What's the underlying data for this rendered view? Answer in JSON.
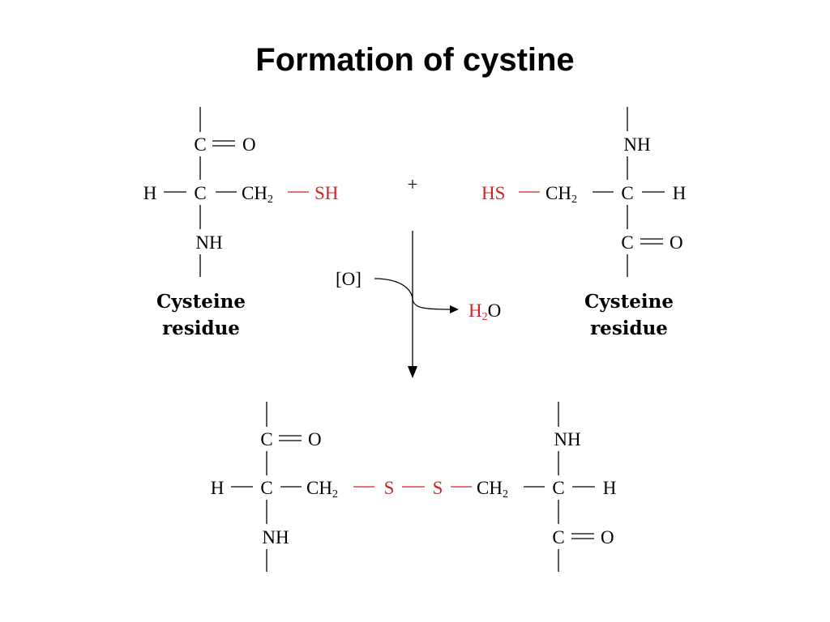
{
  "title": "Formation of cystine",
  "colors": {
    "highlight": "#d2232a",
    "ink": "#000000"
  },
  "atoms": {
    "C": "C",
    "O": "O",
    "H": "H",
    "NH": "NH",
    "CH": "CH",
    "sub2": "2",
    "SH": "SH",
    "HS": "HS",
    "S": "S",
    "water_h": "H",
    "water_o": "O"
  },
  "plus": "+",
  "oxidant": "[O]",
  "labels": {
    "left_line1": "Cysteine",
    "left_line2": "residue",
    "right_line1": "Cysteine",
    "right_line2": "residue"
  }
}
